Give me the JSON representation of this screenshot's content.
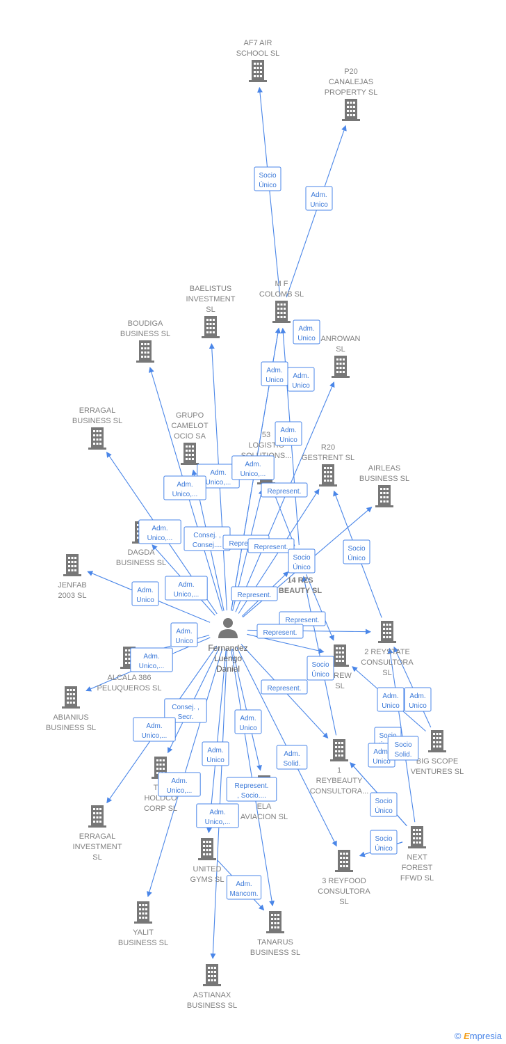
{
  "person": {
    "id": "center",
    "lines": [
      "Fernandez",
      "Luengo",
      "Daniel"
    ]
  },
  "companies": [
    {
      "id": "af7",
      "lines": [
        "AF7 AIR",
        "SCHOOL  SL"
      ]
    },
    {
      "id": "p20",
      "lines": [
        "P20",
        "CANALEJAS",
        "PROPERTY  SL"
      ]
    },
    {
      "id": "mf",
      "lines": [
        "M F",
        "COLOMB SL"
      ]
    },
    {
      "id": "baelistus",
      "lines": [
        "BAELISTUS",
        "INVESTMENT",
        "SL"
      ]
    },
    {
      "id": "boudiga",
      "lines": [
        "BOUDIGA",
        "BUSINESS  SL"
      ]
    },
    {
      "id": "anrowan",
      "lines": [
        "ANROWAN",
        "SL"
      ]
    },
    {
      "id": "erragal_b",
      "lines": [
        "ERRAGAL",
        "BUSINESS  SL"
      ]
    },
    {
      "id": "grupo",
      "lines": [
        "GRUPO",
        "CAMELOT",
        "OCIO SA"
      ]
    },
    {
      "id": "logistic",
      "lines": [
        "53",
        "LOGISTIC",
        "SOLUTIONS..."
      ]
    },
    {
      "id": "r20",
      "lines": [
        "R20",
        "GESTRENT  SL"
      ]
    },
    {
      "id": "airleas",
      "lines": [
        "AIRLEAS",
        "BUSINESS  SL"
      ]
    },
    {
      "id": "dagda",
      "lines": [
        "DAGDA",
        "BUSINESS  SL"
      ]
    },
    {
      "id": "jenfab",
      "lines": [
        "JENFAB",
        "2003 SL"
      ]
    },
    {
      "id": "rzs",
      "lines": [
        "14 RZS",
        "BEAUTY  SL"
      ]
    },
    {
      "id": "reystate",
      "lines": [
        "2 REYSTATE",
        "CONSULTORA",
        "SL"
      ]
    },
    {
      "id": "alcala",
      "lines": [
        "ALCALA 386",
        "PELUQUEROS  SL"
      ]
    },
    {
      "id": "crew",
      "lines": [
        "CREW",
        "SL"
      ]
    },
    {
      "id": "abianius",
      "lines": [
        "ABIANIUS",
        "BUSINESS  SL"
      ]
    },
    {
      "id": "bigscope",
      "lines": [
        "BIG SCOPE",
        "VENTURES  SL"
      ]
    },
    {
      "id": "reybeauty",
      "lines": [
        "1",
        "REYBEAUTY",
        "CONSULTORA..."
      ]
    },
    {
      "id": "t3n",
      "lines": [
        "T3N",
        "HOLDCO",
        "CORP  SL"
      ]
    },
    {
      "id": "ela",
      "lines": [
        "ELA",
        "AVIACION SL"
      ]
    },
    {
      "id": "erragal_i",
      "lines": [
        "ERRAGAL",
        "INVESTMENT",
        "SL"
      ]
    },
    {
      "id": "nextforest",
      "lines": [
        "NEXT",
        "FOREST",
        "FFWD  SL"
      ]
    },
    {
      "id": "united",
      "lines": [
        "UNITED",
        "GYMS  SL"
      ]
    },
    {
      "id": "reyfood",
      "lines": [
        "3 REYFOOD",
        "CONSULTORA",
        "SL"
      ]
    },
    {
      "id": "yalit",
      "lines": [
        "YALIT",
        "BUSINESS  SL"
      ]
    },
    {
      "id": "tanarus",
      "lines": [
        "TANARUS",
        "BUSINESS  SL"
      ]
    },
    {
      "id": "astianax",
      "lines": [
        "ASTIANAX",
        "BUSINESS  SL"
      ]
    }
  ],
  "edges": [
    {
      "from": "mf",
      "to": "af7",
      "lines": [
        "Socio",
        "Único"
      ]
    },
    {
      "from": "mf",
      "to": "p20",
      "lines": [
        "Adm.",
        "Unico"
      ]
    },
    {
      "from": "center",
      "to": "mf",
      "lines": [
        "Adm.",
        "Unico"
      ]
    },
    {
      "from": "center",
      "to": "mf",
      "lines": [
        "Adm.",
        "Unico"
      ]
    },
    {
      "from": "center",
      "to": "baelistus",
      "lines": [
        "Adm.",
        "Unico,..."
      ]
    },
    {
      "from": "center",
      "to": "boudiga",
      "lines": [
        "Adm.",
        "Unico,..."
      ]
    },
    {
      "from": "center",
      "to": "anrowan",
      "lines": [
        "Represent."
      ]
    },
    {
      "from": "center",
      "to": "erragal_b",
      "lines": [
        "Adm.",
        "Unico,..."
      ]
    },
    {
      "from": "center",
      "to": "grupo",
      "lines": [
        "Consej. ,",
        "Consej...."
      ]
    },
    {
      "from": "center",
      "to": "logistic",
      "lines": [
        "Adm.",
        "Unico,..."
      ]
    },
    {
      "from": "center",
      "to": "r20",
      "lines": [
        "Represent."
      ]
    },
    {
      "from": "center",
      "to": "airleas",
      "lines": [
        "Represent."
      ]
    },
    {
      "from": "center",
      "to": "dagda",
      "lines": [
        "Adm.",
        "Unico,..."
      ]
    },
    {
      "from": "center",
      "to": "jenfab",
      "lines": [
        "Adm.",
        "Unico"
      ]
    },
    {
      "from": "center",
      "to": "rzs",
      "lines": [
        "Represent."
      ]
    },
    {
      "from": "center",
      "to": "reystate",
      "lines": [
        "Represent."
      ]
    },
    {
      "from": "center",
      "to": "alcala",
      "lines": [
        "Adm.",
        "Unico"
      ]
    },
    {
      "from": "center",
      "to": "crew",
      "lines": [
        "Represent."
      ]
    },
    {
      "from": "center",
      "to": "abianius",
      "lines": [
        "Adm.",
        "Unico,..."
      ]
    },
    {
      "from": "center",
      "to": "reybeauty",
      "lines": [
        "Represent."
      ]
    },
    {
      "from": "center",
      "to": "t3n",
      "lines": [
        "Consej. ,",
        "Secr."
      ]
    },
    {
      "from": "center",
      "to": "ela",
      "lines": [
        "Adm.",
        "Unico"
      ]
    },
    {
      "from": "center",
      "to": "erragal_i",
      "lines": [
        "Adm.",
        "Unico,..."
      ]
    },
    {
      "from": "center",
      "to": "united",
      "lines": [
        "Adm.",
        "Unico"
      ]
    },
    {
      "from": "center",
      "to": "reyfood",
      "lines": [
        "Adm.",
        "Solid."
      ]
    },
    {
      "from": "center",
      "to": "yalit",
      "lines": [
        "Adm.",
        "Unico,..."
      ]
    },
    {
      "from": "center",
      "to": "tanarus",
      "lines": [
        "Represent.",
        ", Socio...."
      ]
    },
    {
      "from": "center",
      "to": "astianax",
      "lines": [
        "Adm.",
        "Unico,..."
      ]
    },
    {
      "from": "united",
      "to": "tanarus",
      "lines": [
        "Adm.",
        "Mancom."
      ]
    },
    {
      "from": "rzs",
      "to": "logistic",
      "lines": [
        "Adm.",
        "Unico"
      ]
    },
    {
      "from": "rzs",
      "to": "mf",
      "lines": [
        "Adm.",
        "Unico"
      ]
    },
    {
      "from": "rzs",
      "to": "crew",
      "lines": [
        "Socio",
        "Único"
      ]
    },
    {
      "from": "reystate",
      "to": "r20",
      "lines": [
        "Socio",
        "Único"
      ]
    },
    {
      "from": "reybeauty",
      "to": "rzs",
      "lines": [
        "Socio",
        "Único"
      ]
    },
    {
      "from": "bigscope",
      "to": "reystate",
      "lines": [
        "Adm.",
        "Unico"
      ]
    },
    {
      "from": "bigscope",
      "to": "crew",
      "lines": [
        "Adm.",
        "Unico"
      ]
    },
    {
      "from": "nextforest",
      "to": "reystate",
      "lines": [
        "Socio",
        "Único"
      ]
    },
    {
      "from": "nextforest",
      "to": "reybeauty",
      "lines": [
        "Adm.",
        "Unico"
      ]
    },
    {
      "from": "nextforest",
      "to": "reyfood",
      "lines": [
        "Socio",
        "Único"
      ]
    },
    {
      "from": "nextforest",
      "to": "reybeauty",
      "lines": [
        "Socio",
        "Solid."
      ]
    },
    {
      "from": "nextforest",
      "to": "reyfood",
      "lines": [
        "Socio",
        "Único"
      ]
    }
  ],
  "footer": {
    "copyright": "©",
    "brand_initial": "E",
    "brand_rest": "mpresia"
  },
  "colors": {
    "edge": "#4a86e8",
    "building": "#777777",
    "text": "#808080"
  }
}
